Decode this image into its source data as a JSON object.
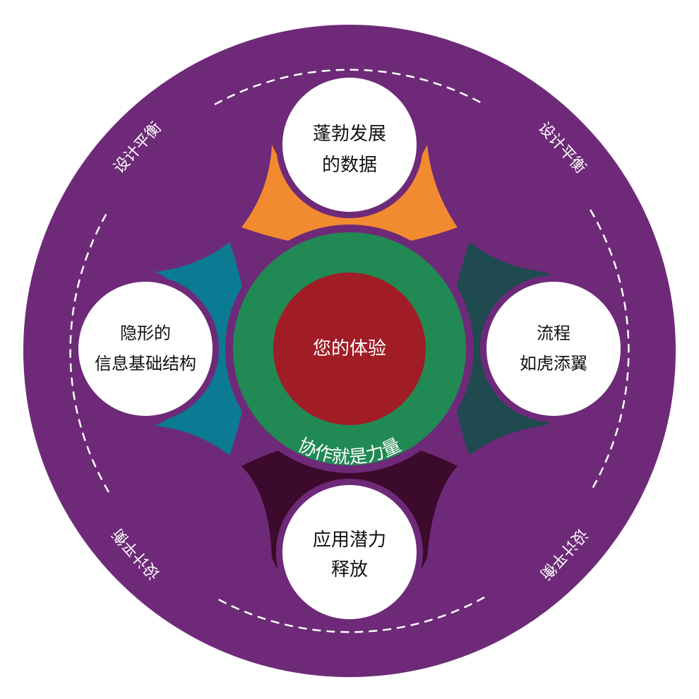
{
  "center": {
    "label": "您的体验",
    "ring_label": "协作就是力量"
  },
  "nodes": {
    "top": {
      "line1": "蓬勃发展",
      "line2": "的数据"
    },
    "left": {
      "line1": "隐形的",
      "line2": "信息基础结构"
    },
    "right": {
      "line1": "流程",
      "line2": "如虎添翼"
    },
    "bottom": {
      "line1": "应用潜力",
      "line2": "释放"
    }
  },
  "balance_labels": {
    "top_left": "设计平衡",
    "top_right": "设计平衡",
    "bottom_left": "设计平衡",
    "bottom_right": "设计平衡"
  },
  "colors": {
    "outer": "#6e2a78",
    "center_ring": "#218a54",
    "center_core": "#a01d26",
    "top_petal": "#f28a30",
    "left_petal": "#0b7a93",
    "right_petal": "#1e4a50",
    "bottom_petal": "#3b0a2c",
    "node_fill": "#ffffff",
    "text_light": "#ffffff",
    "text_dark": "#111111"
  }
}
